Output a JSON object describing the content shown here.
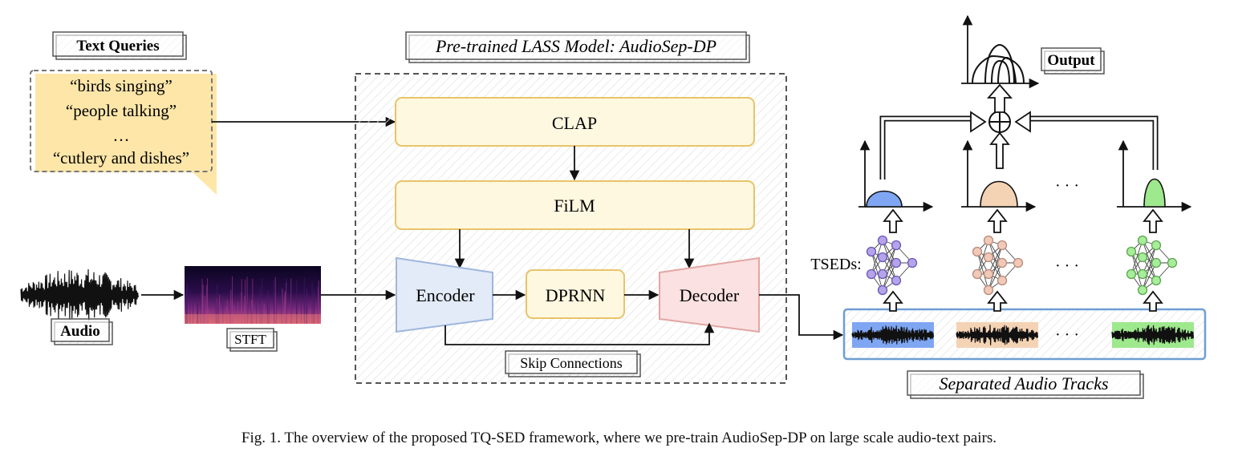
{
  "labels": {
    "text_queries": "Text Queries",
    "queries": [
      "“birds singing”",
      "“people talking”",
      "…",
      "“cutlery and dishes”"
    ],
    "model_title": "Pre-trained LASS Model: AudioSep-DP",
    "clap": "CLAP",
    "film": "FiLM",
    "encoder": "Encoder",
    "dprnn": "DPRNN",
    "decoder": "Decoder",
    "skip": "Skip Connections",
    "audio": "Audio",
    "stft": "STFT",
    "tseds": "TSEDs:",
    "ellipsis": "· · ·",
    "separated": "Separated Audio Tracks",
    "output": "Output"
  },
  "caption": "Fig. 1.  The overview of the proposed TQ-SED framework, where we pre-train AudioSep-DP on large scale audio-text pairs.",
  "colors": {
    "query_bg": "#fde6a8",
    "clap_fill": "#fff8e0",
    "clap_stroke": "#e8c46a",
    "encoder_fill": "#e3ebf8",
    "encoder_stroke": "#9fb6dd",
    "decoder_fill": "#fbe1e1",
    "decoder_stroke": "#e3a5a5",
    "track_blue": "#7fa6f2",
    "track_peach": "#f4d3b5",
    "track_green": "#9ee88d",
    "net_purple": "#b6a4ea",
    "net_peach": "#f1c9b8",
    "net_green": "#a8ec9c",
    "panel_stroke": "#6e9ed3"
  }
}
